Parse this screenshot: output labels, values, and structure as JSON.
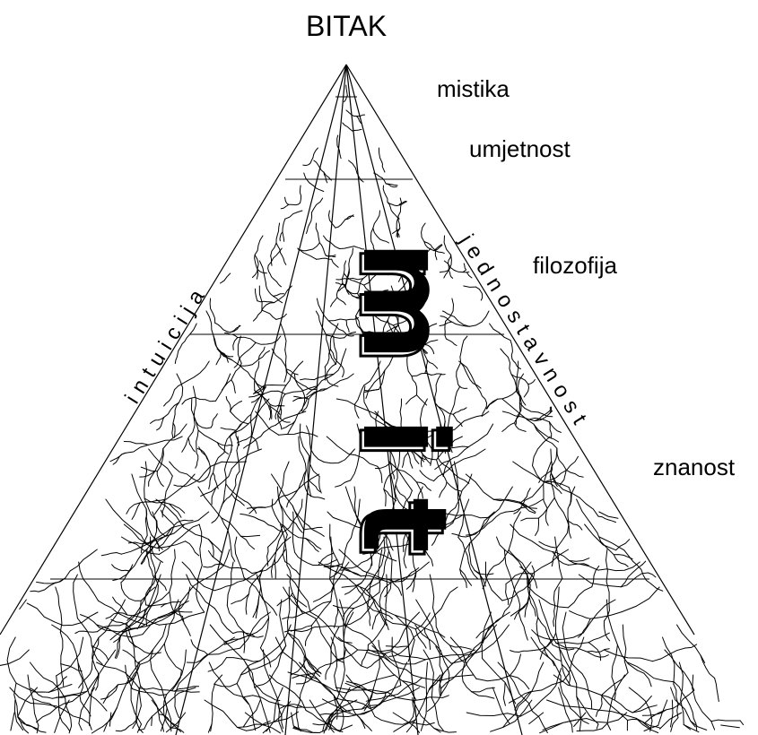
{
  "title": "BITAK",
  "levels": [
    "mistika",
    "umjetnost",
    "filozofija",
    "znanost"
  ],
  "left_edge_label": "intuicija",
  "right_edge_label": "jednostavnost",
  "center_word": "mit",
  "center_letters": [
    "m",
    "i",
    "t"
  ]
}
